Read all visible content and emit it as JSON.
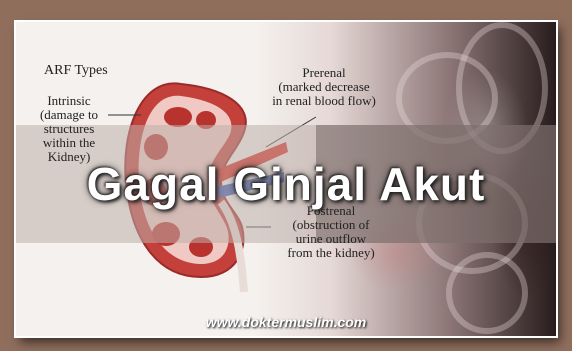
{
  "diagram": {
    "heading": "ARF Types",
    "intrinsic_label": [
      "Intrinsic",
      "(damage to",
      "structures",
      "within the",
      "Kidney)"
    ],
    "prerenal_label": [
      "Prerenal",
      "(marked decrease",
      "in renal blood flow)"
    ],
    "postrenal_label": [
      "Postrenal",
      "(obstruction of",
      "urine outflow",
      "from the kidney)"
    ]
  },
  "title": "Gagal Ginjal Akut",
  "watermark": "www.doktermuslim.com",
  "colors": {
    "kidney_outer": "#c4403a",
    "kidney_inner": "#f0c9c4",
    "artery": "#d42a22",
    "vein": "#3b5bb0"
  }
}
